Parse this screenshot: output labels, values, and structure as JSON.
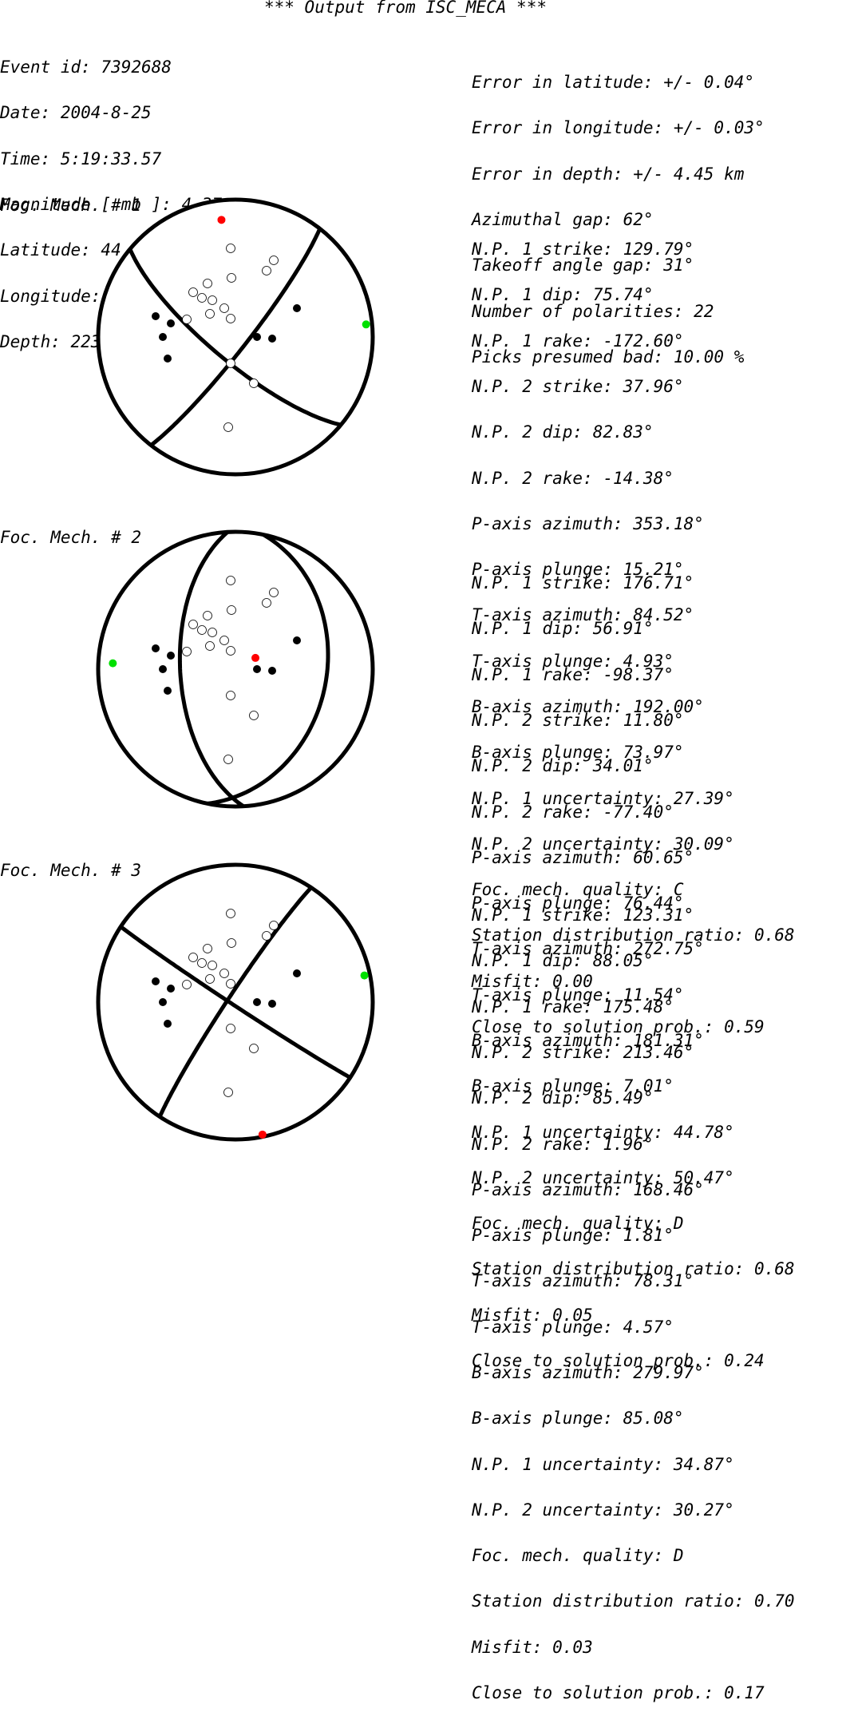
{
  "header": {
    "title": "*** Output from ISC_MECA ***"
  },
  "event": {
    "lines": [
      "Event id: 7392688",
      "Date: 2004-8-25",
      "Time: 5:19:33.57",
      "Magnitude [ mb ]: 4.37",
      "Latitude: 44.36°",
      "Longitude: 142.47°",
      "Depth: 223.65 km"
    ]
  },
  "errors": {
    "lines": [
      "Error in latitude: +/- 0.04°",
      "Error in longitude: +/- 0.03°",
      "Error in depth: +/- 4.45 km",
      "Azimuthal gap: 62°",
      "Takeoff angle gap: 31°",
      "Number of polarities: 22",
      "Picks presumed bad: 10.00 %"
    ]
  },
  "mechanisms": [
    {
      "label": "Foc. Mech. # 1",
      "lines": [
        "N.P. 1 strike: 129.79°",
        "N.P. 1 dip: 75.74°",
        "N.P. 1 rake: -172.60°",
        "N.P. 2 strike: 37.96°",
        "N.P. 2 dip: 82.83°",
        "N.P. 2 rake: -14.38°",
        "P-axis azimuth: 353.18°",
        "P-axis plunge: 15.21°",
        "T-axis azimuth: 84.52°",
        "T-axis plunge: 4.93°",
        "B-axis azimuth: 192.00°",
        "B-axis plunge: 73.97°",
        "N.P. 1 uncertainty: 27.39°",
        "N.P. 2 uncertainty: 30.09°",
        "Foc. mech. quality: C",
        "Station distribution ratio: 0.68",
        "Misfit: 0.00",
        "Close to solution prob.: 0.59"
      ],
      "planes": [
        {
          "strike": 129.79,
          "dip": 75.74
        },
        {
          "strike": 37.96,
          "dip": 82.83
        }
      ],
      "p_axis": {
        "azimuth": 353.18,
        "plunge": 15.21
      },
      "t_axis": {
        "azimuth": 84.52,
        "plunge": 4.93
      }
    },
    {
      "label": "Foc. Mech. # 2",
      "lines": [
        "N.P. 1 strike: 176.71°",
        "N.P. 1 dip: 56.91°",
        "N.P. 1 rake: -98.37°",
        "N.P. 2 strike: 11.80°",
        "N.P. 2 dip: 34.01°",
        "N.P. 2 rake: -77.40°",
        "P-axis azimuth: 60.65°",
        "P-axis plunge: 76.44°",
        "T-axis azimuth: 272.75°",
        "T-axis plunge: 11.54°",
        "B-axis azimuth: 181.31°",
        "B-axis plunge: 7.01°",
        "N.P. 1 uncertainty: 44.78°",
        "N.P. 2 uncertainty: 50.47°",
        "Foc. mech. quality: D",
        "Station distribution ratio: 0.68",
        "Misfit: 0.05",
        "Close to solution prob.: 0.24"
      ],
      "planes": [
        {
          "strike": 176.71,
          "dip": 56.91
        },
        {
          "strike": 11.8,
          "dip": 34.01
        }
      ],
      "p_axis": {
        "azimuth": 60.65,
        "plunge": 76.44
      },
      "t_axis": {
        "azimuth": 272.75,
        "plunge": 11.54
      }
    },
    {
      "label": "Foc. Mech. # 3",
      "lines": [
        "N.P. 1 strike: 123.31°",
        "N.P. 1 dip: 88.05°",
        "N.P. 1 rake: 175.48°",
        "N.P. 2 strike: 213.46°",
        "N.P. 2 dip: 85.49°",
        "N.P. 2 rake: 1.96°",
        "P-axis azimuth: 168.46°",
        "P-axis plunge: 1.81°",
        "T-axis azimuth: 78.31°",
        "T-axis plunge: 4.57°",
        "B-axis azimuth: 279.97°",
        "B-axis plunge: 85.08°",
        "N.P. 1 uncertainty: 34.87°",
        "N.P. 2 uncertainty: 30.27°",
        "Foc. mech. quality: D",
        "Station distribution ratio: 0.70",
        "Misfit: 0.03",
        "Close to solution prob.: 0.17"
      ],
      "planes": [
        {
          "strike": 123.31,
          "dip": 88.05
        },
        {
          "strike": 213.46,
          "dip": 85.49
        }
      ],
      "p_axis": {
        "azimuth": 168.46,
        "plunge": 1.81
      },
      "t_axis": {
        "azimuth": 78.31,
        "plunge": 4.57
      }
    }
  ],
  "colors": {
    "uncertainty_lines": "#505050",
    "p_axis": "#ff0000",
    "t_axis": "#00e000",
    "compression": "#000000",
    "dilatation": "#ffffff",
    "outline": "#000000"
  }
}
